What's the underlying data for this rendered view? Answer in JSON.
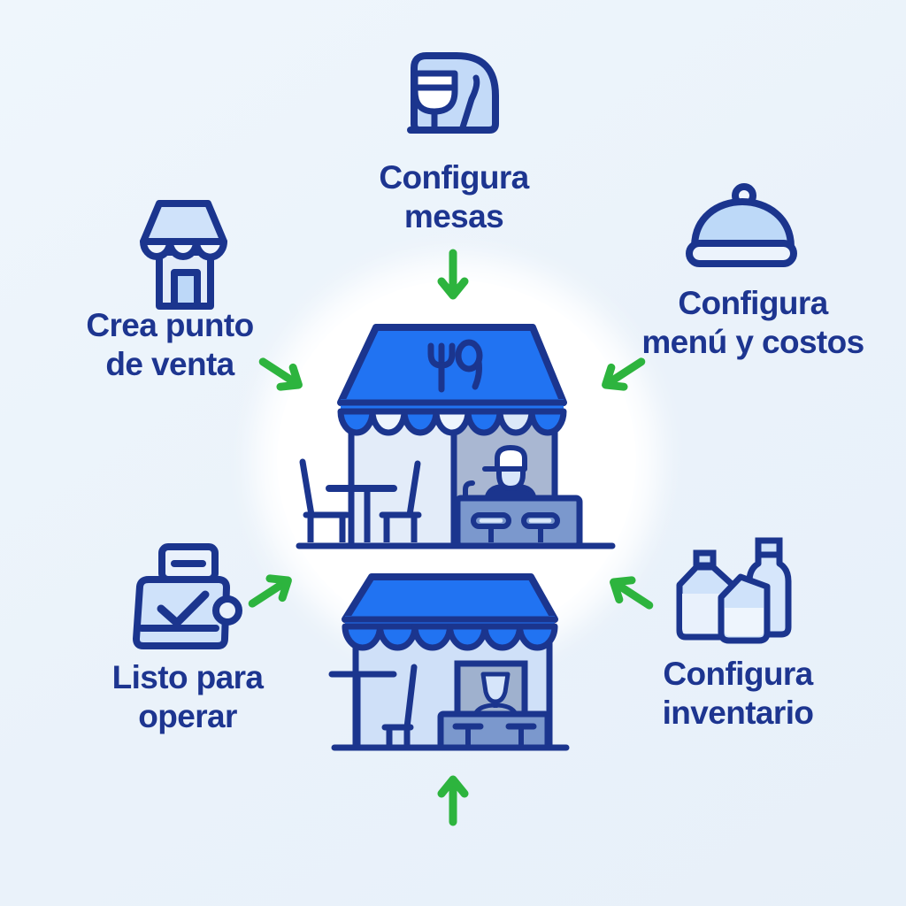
{
  "diagram": {
    "language": "es",
    "center_illustrations": [
      "restaurant-storefront-with-awning-tables-and-cashier",
      "secondary-storefront-with-counter"
    ],
    "steps": [
      {
        "position": "top",
        "icon": "wine-glass-badge-icon",
        "line1": "Configura",
        "line2": "mesas",
        "arrow_direction": "down"
      },
      {
        "position": "left",
        "icon": "storefront-icon",
        "line1": "Crea punto",
        "line2": "de venta",
        "arrow_direction": "down-right"
      },
      {
        "position": "right",
        "icon": "cloche-icon",
        "line1": "Configura",
        "line2": "menú y costos",
        "arrow_direction": "down-left"
      },
      {
        "position": "bottom-left",
        "icon": "cash-register-icon",
        "line1": "Listo para",
        "line2": "operar",
        "arrow_direction": "up-right"
      },
      {
        "position": "bottom-right",
        "icon": "bottles-icon",
        "line1": "Configura",
        "line2": "inventario",
        "arrow_direction": "up-left"
      }
    ],
    "colors": {
      "background": "#ebf3fa",
      "outline_navy": "#1b358e",
      "text_navy": "#1d3590",
      "awning_blue": "#2173f2",
      "icon_fill_light": "#c3daf8",
      "wall_light": "#e3ecf9",
      "body_light": "#cfe0f8",
      "window_gray": "#a9b7d2",
      "counter_blue": "#7b98cd",
      "scallop_white": "#eef5fd",
      "arrow_green": "#2db43e",
      "halo_white": "#ffffff"
    }
  }
}
